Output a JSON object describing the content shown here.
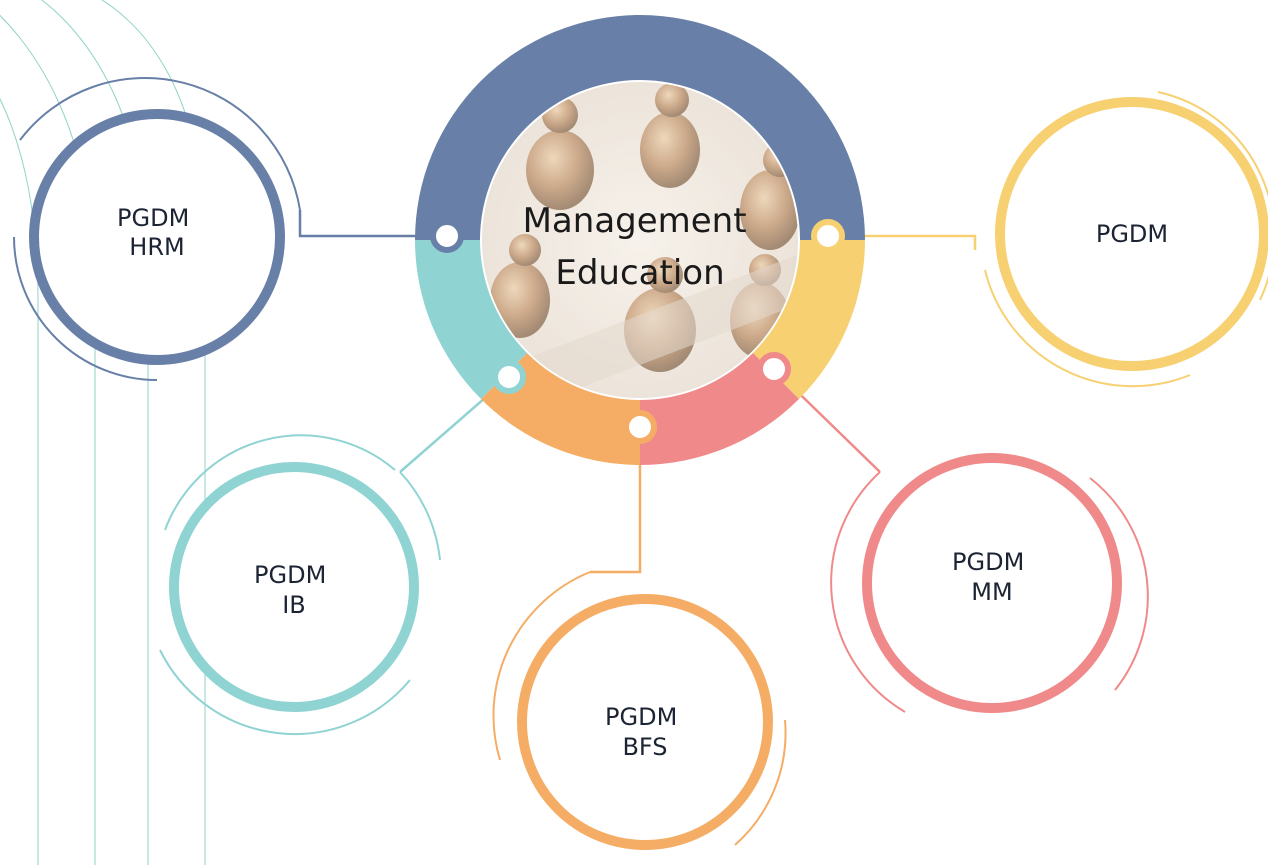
{
  "center": {
    "line1": "Management",
    "line2": "Education",
    "photo": "chess-pieces-photo"
  },
  "colors": {
    "slate": "#6880a8",
    "teal": "#8fd3d3",
    "orange": "#f5ad65",
    "coral": "#f08a8a",
    "yellow": "#f7d072",
    "background_lines": "#8fd3c9"
  },
  "nodes": [
    {
      "id": "hrm",
      "line1": "PGDM",
      "line2": "HRM",
      "color": "#6880a8"
    },
    {
      "id": "pgdm",
      "line1": "PGDM",
      "line2": "",
      "color": "#f7d072"
    },
    {
      "id": "ib",
      "line1": "PGDM",
      "line2": "IB",
      "color": "#8fd3d3"
    },
    {
      "id": "bfs",
      "line1": "PGDM",
      "line2": "BFS",
      "color": "#f5ad65"
    },
    {
      "id": "mm",
      "line1": "PGDM",
      "line2": "MM",
      "color": "#f08a8a"
    }
  ]
}
